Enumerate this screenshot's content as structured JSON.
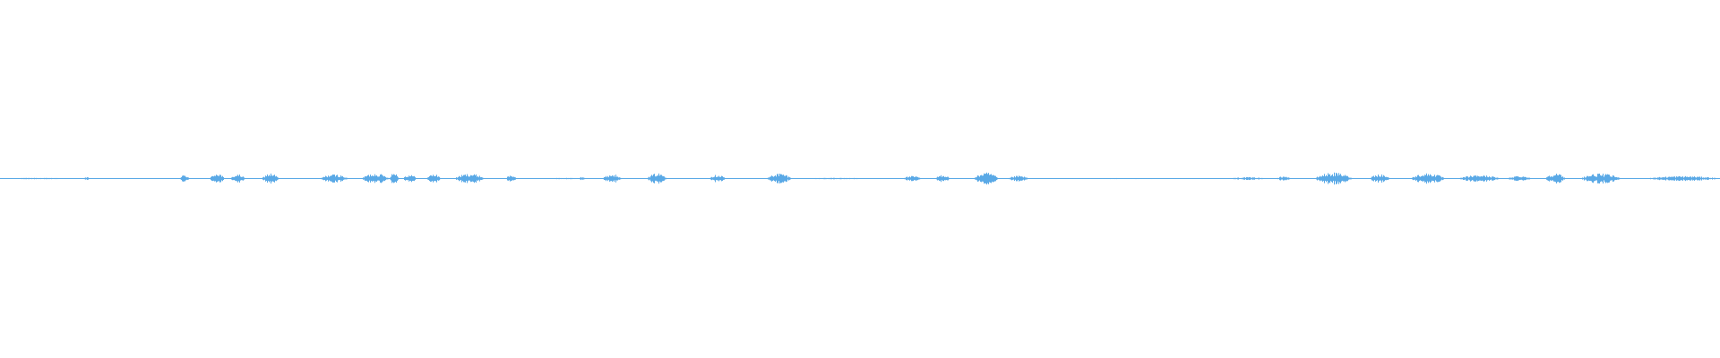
{
  "waveform": {
    "color": "#5aa9e6",
    "baseline_color": "#5aa9e6",
    "duration_fraction_drawn": 1.0,
    "segments": [
      {
        "start": 0.0,
        "end": 0.045,
        "amp": 0.004
      },
      {
        "start": 0.048,
        "end": 0.052,
        "amp": 0.008
      },
      {
        "start": 0.104,
        "end": 0.11,
        "amp": 0.02
      },
      {
        "start": 0.122,
        "end": 0.13,
        "amp": 0.032
      },
      {
        "start": 0.134,
        "end": 0.142,
        "amp": 0.024
      },
      {
        "start": 0.152,
        "end": 0.162,
        "amp": 0.03
      },
      {
        "start": 0.186,
        "end": 0.202,
        "amp": 0.024
      },
      {
        "start": 0.21,
        "end": 0.226,
        "amp": 0.03
      },
      {
        "start": 0.226,
        "end": 0.232,
        "amp": 0.036
      },
      {
        "start": 0.234,
        "end": 0.242,
        "amp": 0.022
      },
      {
        "start": 0.248,
        "end": 0.256,
        "amp": 0.026
      },
      {
        "start": 0.264,
        "end": 0.282,
        "amp": 0.028
      },
      {
        "start": 0.294,
        "end": 0.3,
        "amp": 0.02
      },
      {
        "start": 0.316,
        "end": 0.34,
        "amp": 0.004
      },
      {
        "start": 0.336,
        "end": 0.34,
        "amp": 0.012
      },
      {
        "start": 0.35,
        "end": 0.362,
        "amp": 0.024
      },
      {
        "start": 0.376,
        "end": 0.388,
        "amp": 0.03
      },
      {
        "start": 0.412,
        "end": 0.422,
        "amp": 0.022
      },
      {
        "start": 0.446,
        "end": 0.46,
        "amp": 0.03
      },
      {
        "start": 0.462,
        "end": 0.512,
        "amp": 0.004
      },
      {
        "start": 0.524,
        "end": 0.536,
        "amp": 0.014
      },
      {
        "start": 0.544,
        "end": 0.552,
        "amp": 0.022
      },
      {
        "start": 0.566,
        "end": 0.58,
        "amp": 0.034
      },
      {
        "start": 0.586,
        "end": 0.598,
        "amp": 0.016
      },
      {
        "start": 0.6,
        "end": 0.712,
        "amp": 0.003
      },
      {
        "start": 0.714,
        "end": 0.736,
        "amp": 0.008
      },
      {
        "start": 0.742,
        "end": 0.75,
        "amp": 0.014
      },
      {
        "start": 0.764,
        "end": 0.786,
        "amp": 0.034
      },
      {
        "start": 0.796,
        "end": 0.808,
        "amp": 0.026
      },
      {
        "start": 0.82,
        "end": 0.84,
        "amp": 0.03
      },
      {
        "start": 0.848,
        "end": 0.872,
        "amp": 0.02
      },
      {
        "start": 0.876,
        "end": 0.89,
        "amp": 0.016
      },
      {
        "start": 0.898,
        "end": 0.91,
        "amp": 0.03
      },
      {
        "start": 0.918,
        "end": 0.942,
        "amp": 0.028
      },
      {
        "start": 0.956,
        "end": 1.0,
        "amp": 0.014
      }
    ]
  }
}
